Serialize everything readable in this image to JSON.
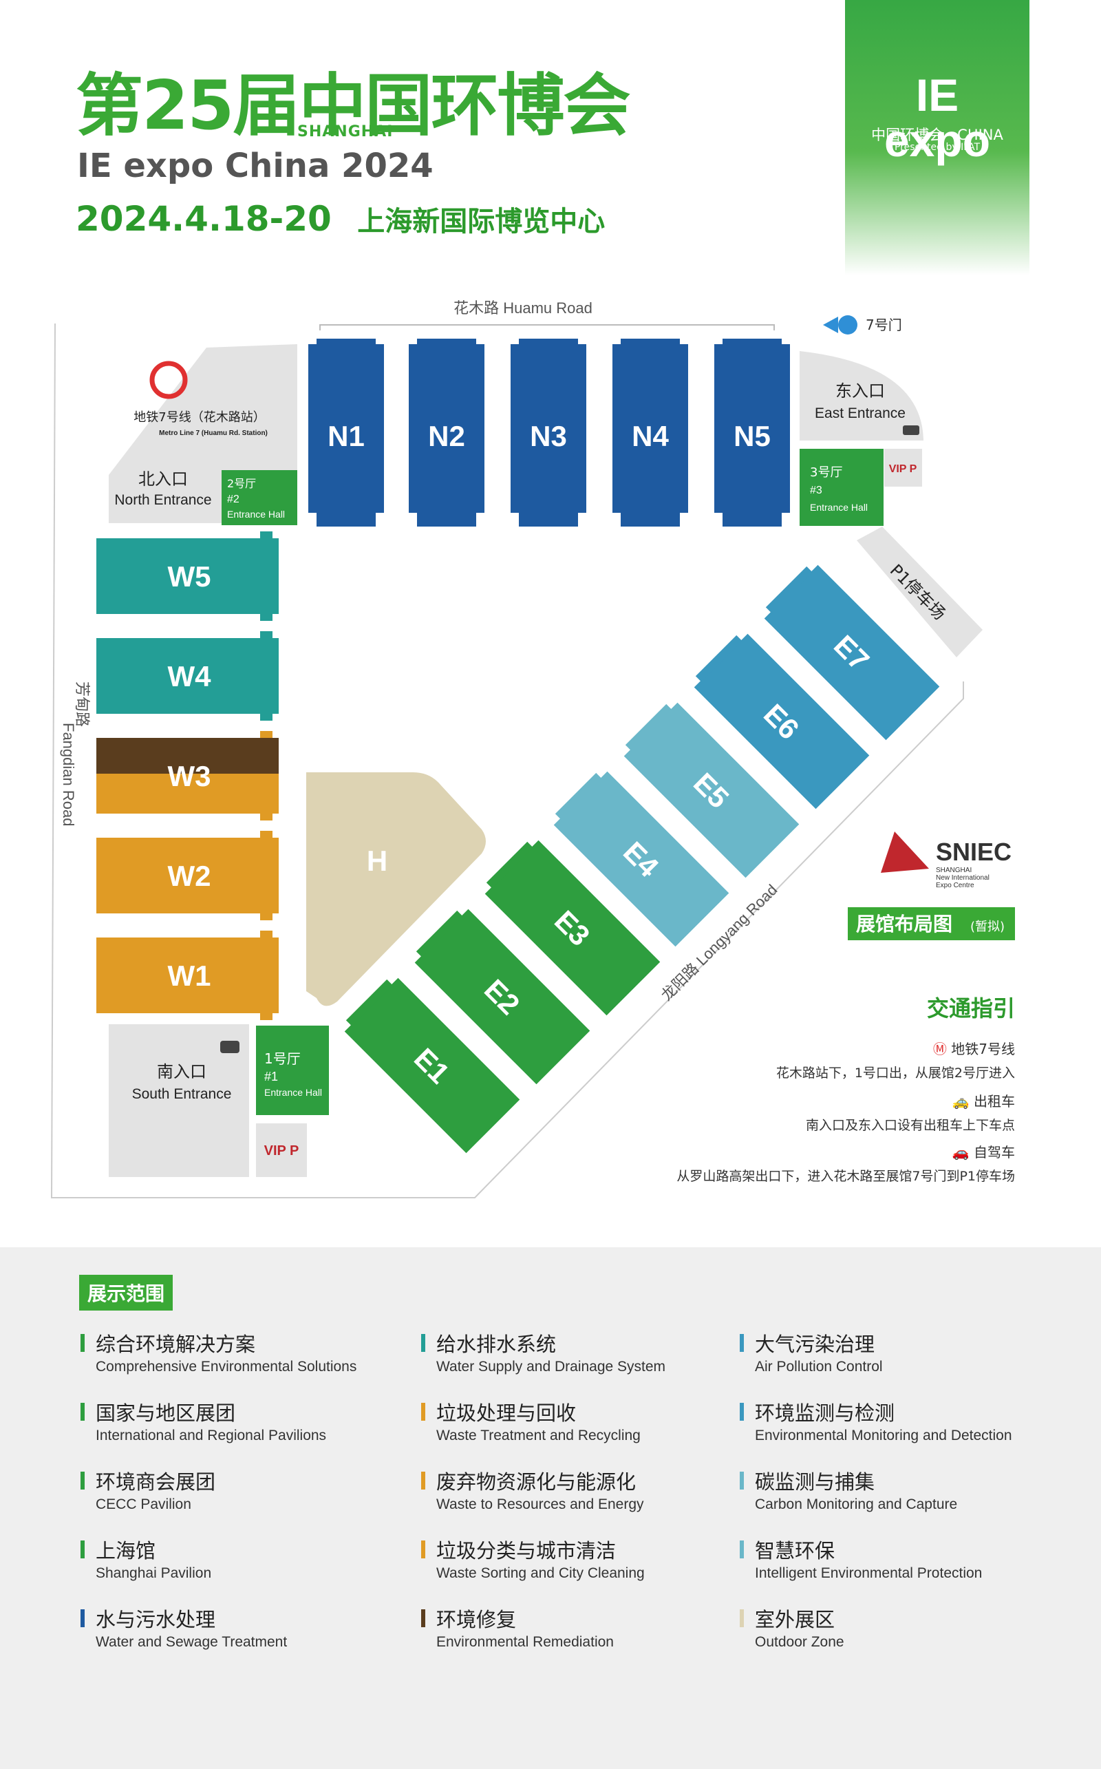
{
  "header": {
    "title_main": "第25届中国环博会",
    "title_shanghai": "SHANGHAI",
    "title_en": "IE expo China 2024",
    "date": "2024.4.18-20",
    "venue": "上海新国际博览中心"
  },
  "logo": {
    "main": "IE expo",
    "sub": "中国环博会 · CHINA",
    "presented": "Presented by IFAT"
  },
  "map": {
    "road_north": "花木路  Huamu Road",
    "road_west_cn": "芳甸路",
    "road_west_en": "Fangdian Road",
    "road_southeast": "龙阳路  Longyang Road",
    "gate7": "7号门",
    "metro_cn": "地铁7号线（花木路站）",
    "metro_en": "Metro Line 7 (Huamu Rd. Station)",
    "north_entrance_cn": "北入口",
    "north_entrance_en": "North Entrance",
    "east_entrance_cn": "东入口",
    "east_entrance_en": "East Entrance",
    "south_entrance_cn": "南入口",
    "south_entrance_en": "South Entrance",
    "hall2": [
      "2号厅",
      "#2",
      "Entrance Hall"
    ],
    "hall3": [
      "3号厅",
      "#3",
      "Entrance Hall"
    ],
    "hall1": [
      "1号厅",
      "#1",
      "Entrance Hall"
    ],
    "vip": "VIP P",
    "parking": "P1停车场",
    "halls_north": [
      "N1",
      "N2",
      "N3",
      "N4",
      "N5"
    ],
    "halls_west": [
      "W5",
      "W4",
      "W3",
      "W2",
      "W1"
    ],
    "halls_east": [
      "E1",
      "E2",
      "E3",
      "E4",
      "E5",
      "E6",
      "E7"
    ],
    "hall_h": "H",
    "sniec": "SNIEC",
    "sniec_sub": [
      "SHANGHAI",
      "New International",
      "Expo Centre"
    ],
    "layout_tag": "展馆布局图",
    "layout_tag_small": "(暂拟)",
    "colors": {
      "north": "#1e5aa0",
      "west_teal": "#239e96",
      "w3_top": "#5a3d1e",
      "orange": "#e09b25",
      "green": "#2e9e3f",
      "light_blue": "#6ab7c9",
      "mid_blue": "#3a98bf",
      "beige": "#ddd3b3"
    }
  },
  "guide": {
    "title": "交通指引",
    "metro_label": "地铁7号线",
    "metro_text": "花木路站下，1号口出，从展馆2号厅进入",
    "taxi_label": "出租车",
    "taxi_text": "南入口及东入口设有出租车上下车点",
    "car_label": "自驾车",
    "car_text": "从罗山路高架出口下，进入花木路至展馆7号门到P1停车场"
  },
  "scope": {
    "title": "展示范围",
    "items": [
      {
        "cn": "综合环境解决方案",
        "en": "Comprehensive Environmental Solutions",
        "color": "#2e9e3f"
      },
      {
        "cn": "给水排水系统",
        "en": "Water Supply and Drainage System",
        "color": "#239e96"
      },
      {
        "cn": "大气污染治理",
        "en": "Air Pollution Control",
        "color": "#3a98bf"
      },
      {
        "cn": "国家与地区展团",
        "en": "International and Regional Pavilions",
        "color": "#2e9e3f"
      },
      {
        "cn": "垃圾处理与回收",
        "en": "Waste Treatment and Recycling",
        "color": "#e09b25"
      },
      {
        "cn": "环境监测与检测",
        "en": "Environmental Monitoring and Detection",
        "color": "#3a98bf"
      },
      {
        "cn": "环境商会展团",
        "en": "CECC Pavilion",
        "color": "#2e9e3f"
      },
      {
        "cn": "废弃物资源化与能源化",
        "en": "Waste to Resources and Energy",
        "color": "#e09b25"
      },
      {
        "cn": "碳监测与捕集",
        "en": "Carbon Monitoring and Capture",
        "color": "#6ab7c9"
      },
      {
        "cn": "上海馆",
        "en": "Shanghai Pavilion",
        "color": "#2e9e3f"
      },
      {
        "cn": "垃圾分类与城市清洁",
        "en": "Waste Sorting and City Cleaning",
        "color": "#e09b25"
      },
      {
        "cn": "智慧环保",
        "en": "Intelligent Environmental Protection",
        "color": "#6ab7c9"
      },
      {
        "cn": "水与污水处理",
        "en": "Water and Sewage Treatment",
        "color": "#1e5aa0"
      },
      {
        "cn": "环境修复",
        "en": "Environmental Remediation",
        "color": "#5a3d1e"
      },
      {
        "cn": "室外展区",
        "en": "Outdoor Zone",
        "color": "#ddd3b3"
      }
    ]
  }
}
